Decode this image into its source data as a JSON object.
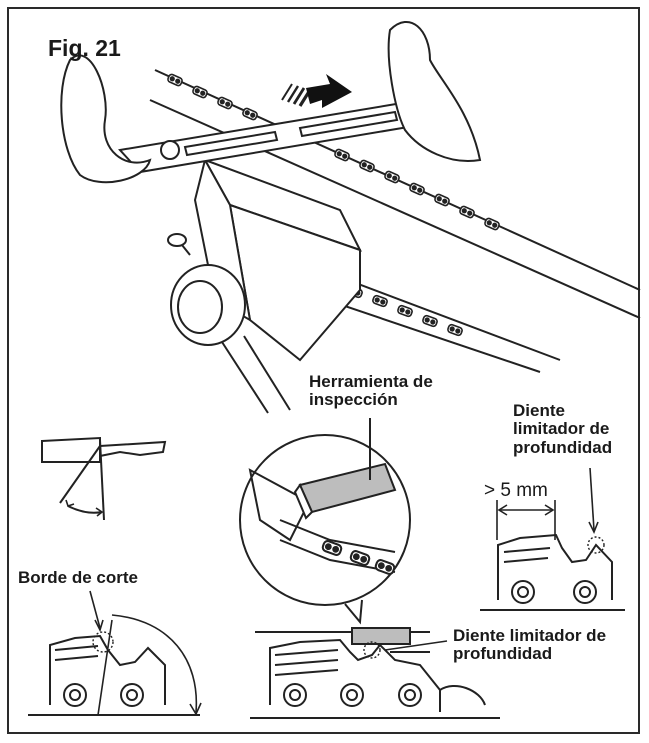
{
  "figure": {
    "label": "Fig. 21"
  },
  "labels": {
    "inspection_tool": "Herramienta de inspección",
    "depth_gauge_tooth_top": "Diente limitador de profundidad",
    "gap_measure": "> 5 mm",
    "cutting_edge": "Borde de corte",
    "depth_gauge_tooth_bottom": "Diente limitador de profundidad"
  },
  "icons": {
    "direction": "arrow-right-icon"
  }
}
